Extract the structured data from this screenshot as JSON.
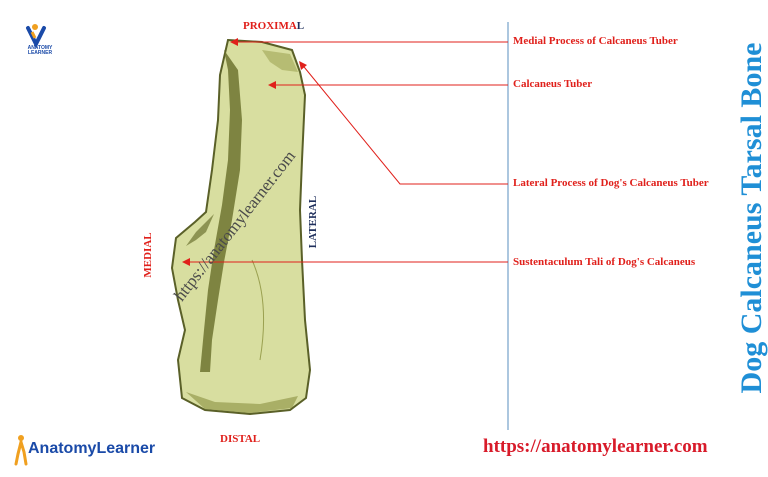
{
  "title": "Dog Calcaneus Tarsal Bone",
  "orientation": {
    "proximal_prefix": "PROXIMA",
    "proximal_suffix": "L",
    "distal": "DISTAL",
    "medial": "MEDIAL",
    "lateral": "LATERAL"
  },
  "labels": [
    "Medial Process of Calcaneus Tuber",
    "Calcaneus Tuber",
    "Lateral Process of Dog's Calcaneus Tuber",
    "Sustentaculum Tali of Dog's Calcaneus"
  ],
  "watermark": "https://anatomylearner.com",
  "footer_url": "https://anatomylearner.com",
  "brand": {
    "name": "AnatomyLearner",
    "logo_small_text": "ANATOMY LEARNER"
  },
  "colors": {
    "label_red": "#e0201b",
    "title_blue": "#1f8fd6",
    "bone_fill": "#d8dea0",
    "bone_outline": "#5a6028",
    "leader_red": "#e0201b",
    "divider_blue": "#5a8fbf"
  }
}
